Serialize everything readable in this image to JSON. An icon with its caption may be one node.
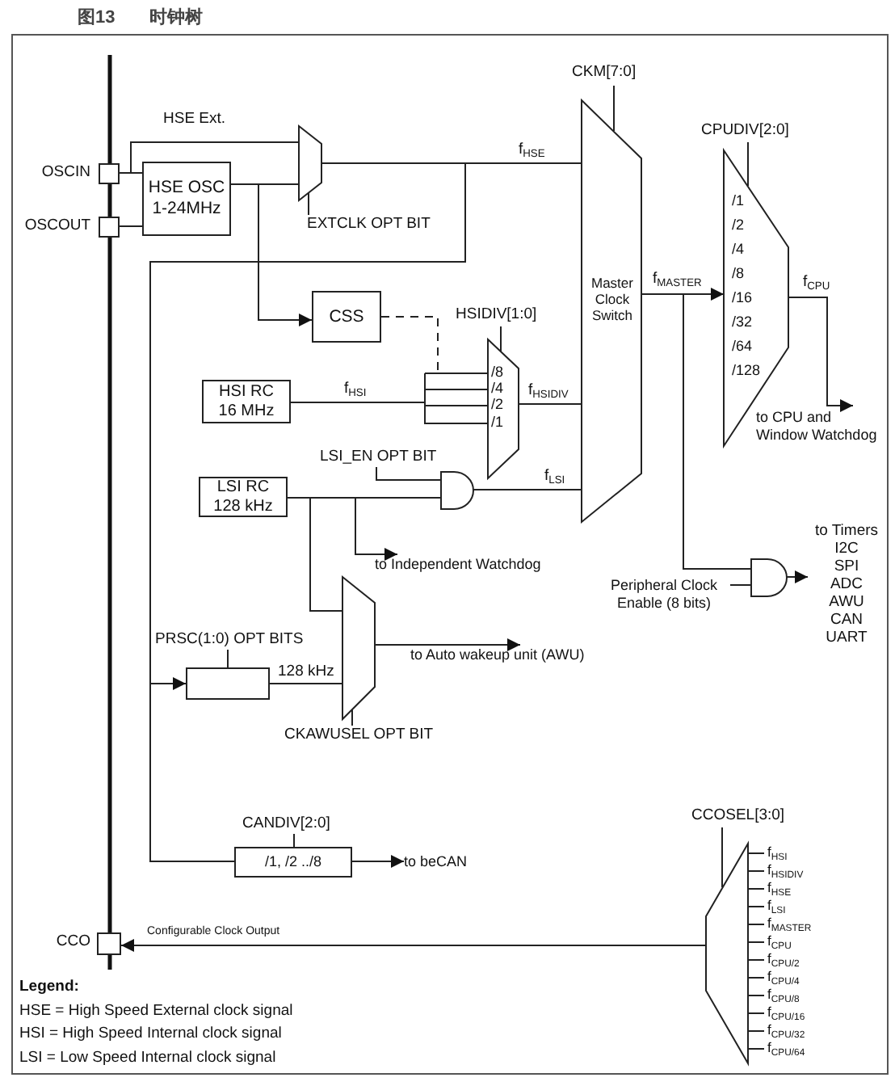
{
  "diagram": {
    "title": "图13 时钟树",
    "nodes": [
      {
        "text": [],
        "shape": "box",
        "beside": [
          "OSCIN"
        ]
      },
      {
        "text": [],
        "shape": "box",
        "beside": [
          "OSCOUT"
        ]
      },
      {
        "text": [
          "HSE OSC 1-24MHz"
        ]
      },
      {
        "text": [],
        "shape": "trapezoid",
        "beside": [
          "EXTCLK OPT BIT"
        ]
      },
      {
        "text": [
          "CSS"
        ]
      },
      {
        "text": [
          "HSI RC 16 MHz"
        ]
      },
      {
        "text": [
          "/8",
          "/4",
          "/2",
          "/1"
        ],
        "beside": [
          "HSIDIV[1:0]"
        ]
      },
      {
        "text": [
          "LSI RC 128 kHz"
        ]
      },
      {
        "text": [],
        "shape": "gate",
        "beside": [
          "LSI_EN OPT BIT"
        ]
      },
      {
        "text": [
          "Master Clock Switch"
        ],
        "beside": [
          "CKM[7:0]"
        ]
      },
      {
        "text": [
          "/1",
          "/2",
          "/4",
          "/8",
          "/16",
          "/32",
          "/64",
          "/128"
        ],
        "beside": [
          "CPUDIV[2:0]"
        ]
      },
      {
        "text": [
          "to CPU and Window Watchdog"
        ]
      },
      {
        "text": [
          "to Independent Watchdog"
        ]
      },
      {
        "text": [],
        "shape": "trapezoid",
        "beside": [
          "CKAWUSEL OPT BIT"
        ]
      },
      {
        "text": [],
        "shape": "box",
        "beside": [
          "PRSC(1:0) OPT BITS"
        ]
      },
      {
        "text": [
          "to Auto wakeup unit (AWU)"
        ]
      },
      {
        "text": [],
        "shape": "gate"
      },
      {
        "text": [
          "Peripheral Clock Enable (8 bits)"
        ]
      },
      {
        "text": [
          "to Timers",
          "I2C",
          "SPI",
          "ADC",
          "AWU",
          "CAN",
          "UART"
        ]
      },
      {
        "text": [
          "/1, /2 ../8"
        ],
        "beside": [
          "CANDIV[2:0]"
        ]
      },
      {
        "text": [
          "to beCAN"
        ]
      },
      {
        "text": [
          "f$_{HSI}$",
          "f$_{HSIDIV}$",
          "f$_{HSE}$",
          "f$_{LSI}$",
          "f$_{MASTER}$",
          "f$_{CPU}$",
          "f$_{CPU/2}$",
          "f$_{CPU/4}$",
          "f$_{CPU/8}$",
          "f$_{CPU/16}$",
          "f$_{CPU/32}$",
          "f$_{CPU/64}$"
        ],
        "beside": [
          "CCOSEL[3:0]"
        ]
      },
      {
        "text": [],
        "shape": "box",
        "beside": [
          "CCO"
        ]
      }
    ],
    "edges": [
      {
        "from": 0,
        "to": 2,
        "arrow": "none"
      },
      {
        "from": 1,
        "to": 2,
        "arrow": "none"
      },
      {
        "from": 0,
        "to": 3,
        "arrow": "none",
        "label": "HSE Ext."
      },
      {
        "from": 2,
        "to": 3,
        "arrow": "none"
      },
      {
        "from": 2,
        "to": 4,
        "arrow": "to"
      },
      {
        "from": 4,
        "to": 6,
        "arrow": "none",
        "style": "dashed"
      },
      {
        "from": 5,
        "to": 6,
        "arrow": "none",
        "label": "f$_{HSI}$"
      },
      {
        "from": 3,
        "to": 9,
        "arrow": "none",
        "label": "f$_{HSE}$"
      },
      {
        "from": 3,
        "to": 14,
        "arrow": "to"
      },
      {
        "from": 3,
        "to": 19,
        "arrow": "none"
      },
      {
        "from": 6,
        "to": 9,
        "arrow": "none",
        "label": "f$_{HSIDIV}$"
      },
      {
        "from": 7,
        "to": 8,
        "arrow": "none"
      },
      {
        "from": 8,
        "to": 9,
        "arrow": "none",
        "label": "f$_{LSI}$"
      },
      {
        "from": 7,
        "to": 12,
        "arrow": "to"
      },
      {
        "from": 7,
        "to": 13,
        "arrow": "none"
      },
      {
        "from": 14,
        "to": 13,
        "arrow": "none",
        "label": "128 kHz"
      },
      {
        "from": 13,
        "to": 15,
        "arrow": "to"
      },
      {
        "from": 9,
        "to": 10,
        "arrow": "to",
        "label": "f$_{MASTER}$"
      },
      {
        "from": 9,
        "to": 16,
        "arrow": "none"
      },
      {
        "from": 17,
        "to": 16,
        "arrow": "none"
      },
      {
        "from": 16,
        "to": 18,
        "arrow": "to"
      },
      {
        "from": 10,
        "to": 11,
        "arrow": "to",
        "label": "f$_{CPU}$"
      },
      {
        "from": 19,
        "to": 20,
        "arrow": "to"
      },
      {
        "from": 21,
        "to": 22,
        "arrow": "to",
        "label": "Configurable Clock Output"
      }
    ],
    "labels": [
      "Legend:",
      "HSE = High Speed External clock signal",
      "HSI = High Speed Internal clock signal",
      "LSI = Low Speed Internal clock signal"
    ]
  }
}
